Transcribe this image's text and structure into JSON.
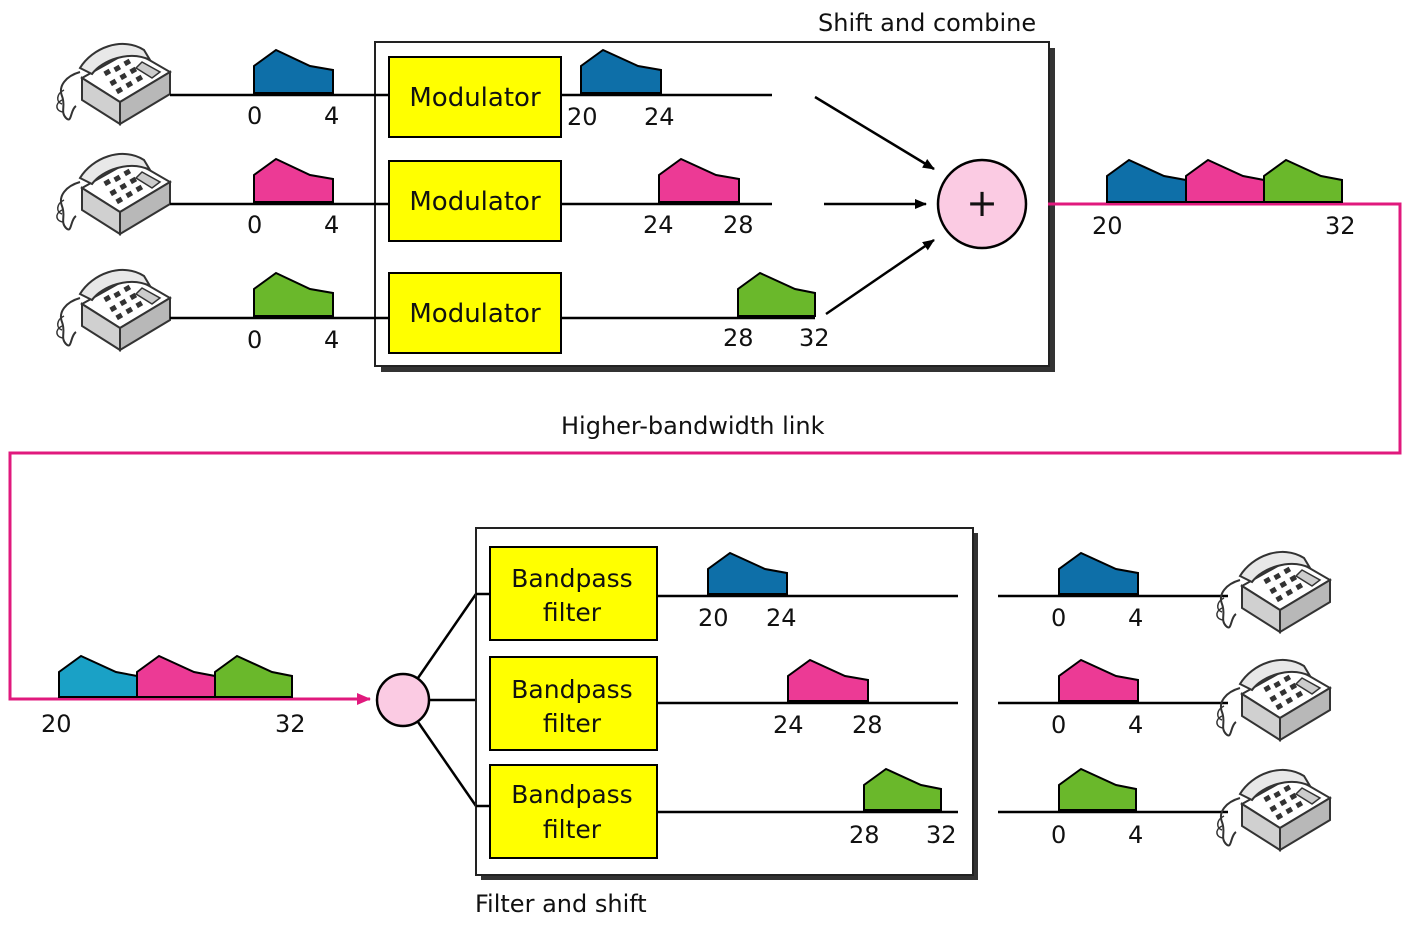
{
  "labels": {
    "shift_combine": "Shift and combine",
    "higher_link": "Higher-bandwidth link",
    "filter_shift": "Filter and shift",
    "plus": "+"
  },
  "modulators": [
    {
      "label": "Modulator",
      "in_lo": "0",
      "in_hi": "4",
      "out_lo": "20",
      "out_hi": "24",
      "color": "#0e6fa8"
    },
    {
      "label": "Modulator",
      "in_lo": "0",
      "in_hi": "4",
      "out_lo": "24",
      "out_hi": "28",
      "color": "#ec3a95"
    },
    {
      "label": "Modulator",
      "in_lo": "0",
      "in_hi": "4",
      "out_lo": "28",
      "out_hi": "32",
      "color": "#6ab82b"
    }
  ],
  "combined": {
    "lo": "20",
    "hi": "32"
  },
  "received": {
    "lo": "20",
    "hi": "32",
    "first_color": "#1aa1c6"
  },
  "filters": [
    {
      "label_line1": "Bandpass",
      "label_line2": "filter",
      "band_lo": "20",
      "band_hi": "24",
      "out_lo": "0",
      "out_hi": "4",
      "color": "#0e6fa8"
    },
    {
      "label_line1": "Bandpass",
      "label_line2": "filter",
      "band_lo": "24",
      "band_hi": "28",
      "out_lo": "0",
      "out_hi": "4",
      "color": "#ec3a95"
    },
    {
      "label_line1": "Bandpass",
      "label_line2": "filter",
      "band_lo": "28",
      "band_hi": "32",
      "out_lo": "0",
      "out_hi": "4",
      "color": "#6ab82b"
    }
  ],
  "colors": {
    "box_fill": "#ffff00",
    "link": "#e0197d",
    "node_fill": "#fbcbe3"
  }
}
